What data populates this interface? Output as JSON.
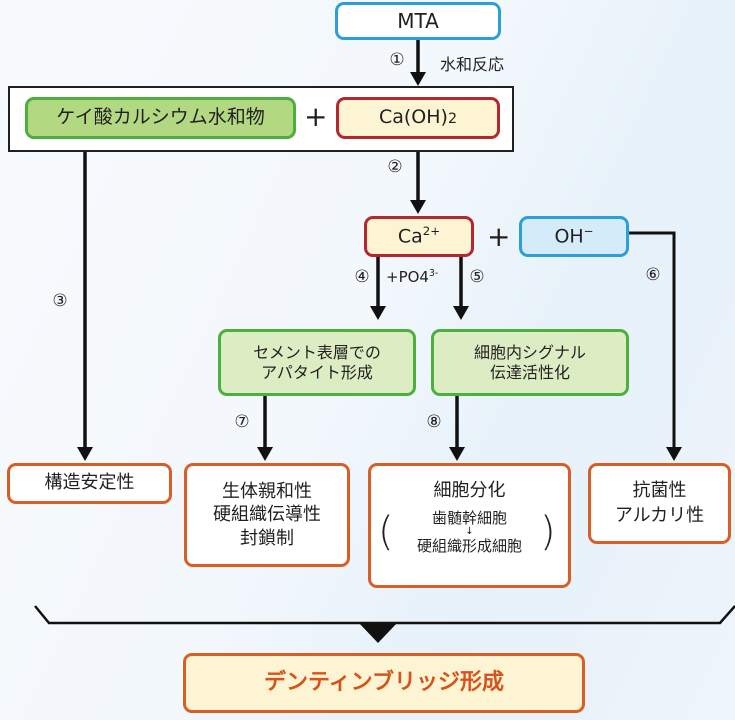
{
  "diagram": {
    "top": {
      "label": "MTA"
    },
    "step1": {
      "number": "①",
      "label": "水和反応"
    },
    "products": {
      "silicate_hydrate": "ケイ酸カルシウム水和物",
      "plus": "+",
      "calcium_hydroxide": {
        "base": "Ca(OH)",
        "subscript": "2"
      }
    },
    "step2": {
      "number": "②"
    },
    "ions": {
      "calcium": {
        "base": "Ca",
        "superscript": "2+"
      },
      "plus": "+",
      "hydroxide": {
        "base": "OH",
        "superscript": "−"
      }
    },
    "step3": {
      "number": "③"
    },
    "step4": {
      "number": "④",
      "reagent": {
        "base": "+PO",
        "subscript": "4",
        "superscript": "3-"
      }
    },
    "step5": {
      "number": "⑤"
    },
    "step6": {
      "number": "⑥"
    },
    "step7": {
      "number": "⑦"
    },
    "step8": {
      "number": "⑧"
    },
    "middle": {
      "apatite": [
        "セメント表層での",
        "アパタイト形成"
      ],
      "signal": [
        "細胞内シグナル",
        "伝達活性化"
      ]
    },
    "outcomes": {
      "structural": "構造安定性",
      "biocompat": [
        "生体親和性",
        "硬組織伝導性",
        "封鎖制"
      ],
      "differentiation": {
        "title": "細胞分化",
        "from": "歯髄幹細胞",
        "arrow": "↓",
        "to": "硬組織形成細胞"
      },
      "antibacterial": [
        "抗菌性",
        "アルカリ性"
      ]
    },
    "final": {
      "label": "デンティンブリッジ形成"
    },
    "colors": {
      "blue": "#2a9fd8",
      "green": "#4caf3e",
      "green_fill": "#b3d882",
      "red": "#b5272d",
      "cream": "#fdf4d3",
      "orange": "#d95e26"
    }
  }
}
